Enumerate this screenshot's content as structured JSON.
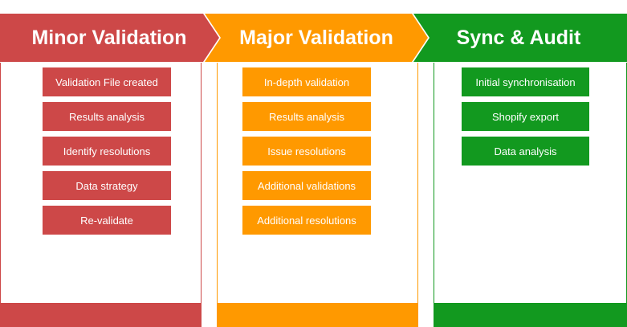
{
  "colors": {
    "minor": "#cd4848",
    "major": "#ff9900",
    "sync": "#12991f"
  },
  "stages": [
    {
      "title": "Minor Validation",
      "tasks": [
        "Validation File created",
        "Results analysis",
        "Identify resolutions",
        "Data strategy",
        "Re-validate"
      ]
    },
    {
      "title": "Major Validation",
      "tasks": [
        "In-depth validation",
        "Results analysis",
        "Issue resolutions",
        "Additional validations",
        "Additional resolutions"
      ]
    },
    {
      "title": "Sync & Audit",
      "tasks": [
        "Initial synchronisation",
        "Shopify export",
        "Data analysis"
      ]
    }
  ]
}
